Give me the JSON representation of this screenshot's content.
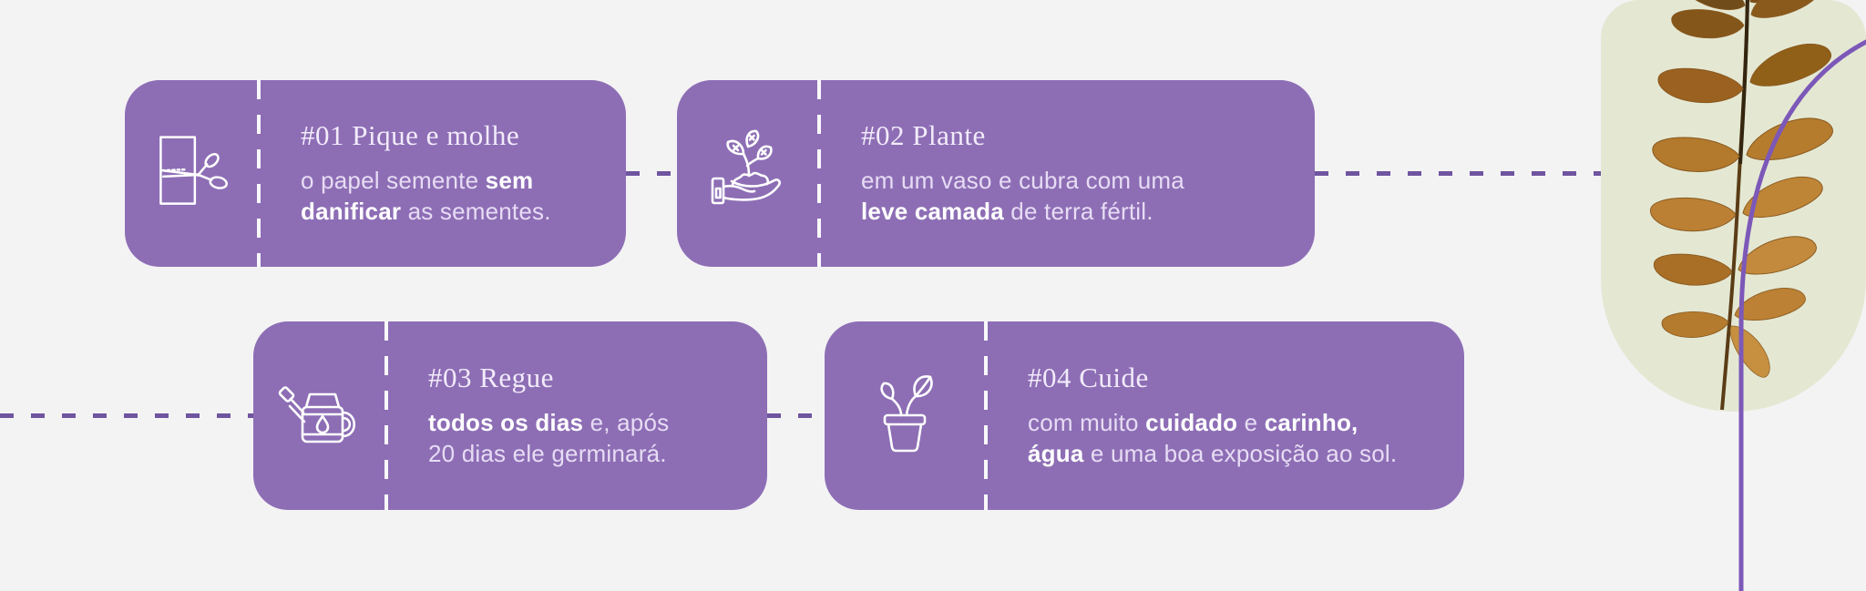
{
  "colors": {
    "background": "#f4f3f4",
    "card": "#8d6eb5",
    "connector": "#6f54a0",
    "separator": "rgba(255,255,255,.95)",
    "title_text": "#f2ebfa",
    "body_text": "#e7dcf4",
    "body_bold": "#ffffff",
    "pill": "#e4e8d3",
    "curve": "#7c58b8",
    "icon_stroke": "#ffffff",
    "leaf_brown": "#b3792c",
    "stem_brown": "#5a3c16"
  },
  "cards": [
    {
      "title": "#01 Pique e molhe",
      "icon": "scissors-paper-icon",
      "body": [
        {
          "text": "o papel semente ",
          "bold": false
        },
        {
          "text": "sem",
          "bold": true
        },
        {
          "text": "\n",
          "bold": false
        },
        {
          "text": "danificar",
          "bold": true
        },
        {
          "text": " as sementes.",
          "bold": false
        }
      ]
    },
    {
      "title": "#02 Plante",
      "icon": "hand-seedling-icon",
      "body": [
        {
          "text": "em um vaso e cubra com uma\n",
          "bold": false
        },
        {
          "text": "leve camada",
          "bold": true
        },
        {
          "text": " de terra fértil.",
          "bold": false
        }
      ]
    },
    {
      "title": "#03 Regue",
      "icon": "watering-can-icon",
      "body": [
        {
          "text": "todos os dias",
          "bold": true
        },
        {
          "text": " e, após\n20 dias ele germinará.",
          "bold": false
        }
      ]
    },
    {
      "title": "#04 Cuide",
      "icon": "potted-plant-icon",
      "body": [
        {
          "text": "com muito ",
          "bold": false
        },
        {
          "text": "cuidado",
          "bold": true
        },
        {
          "text": " e ",
          "bold": false
        },
        {
          "text": "carinho,",
          "bold": true
        },
        {
          "text": "\n",
          "bold": false
        },
        {
          "text": "água",
          "bold": true
        },
        {
          "text": " e uma boa exposição ao sol.",
          "bold": false
        }
      ]
    }
  ],
  "decoration": {
    "name": "dried-leaf-branch-photo"
  }
}
